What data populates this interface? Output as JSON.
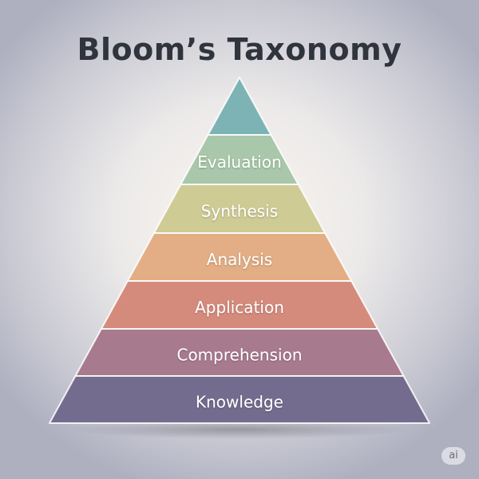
{
  "title": "Bloom’s Taxonomy",
  "tiers": [
    {
      "label": "",
      "color": "#7db3b5"
    },
    {
      "label": "Evaluation",
      "color": "#a9c7aa"
    },
    {
      "label": "Synthesis",
      "color": "#cfcb95"
    },
    {
      "label": "Analysis",
      "color": "#e3ae85"
    },
    {
      "label": "Application",
      "color": "#d58b7c"
    },
    {
      "label": "Comprehension",
      "color": "#a87a8d"
    },
    {
      "label": "Knowledge",
      "color": "#746c8e"
    }
  ],
  "badge": "ai"
}
